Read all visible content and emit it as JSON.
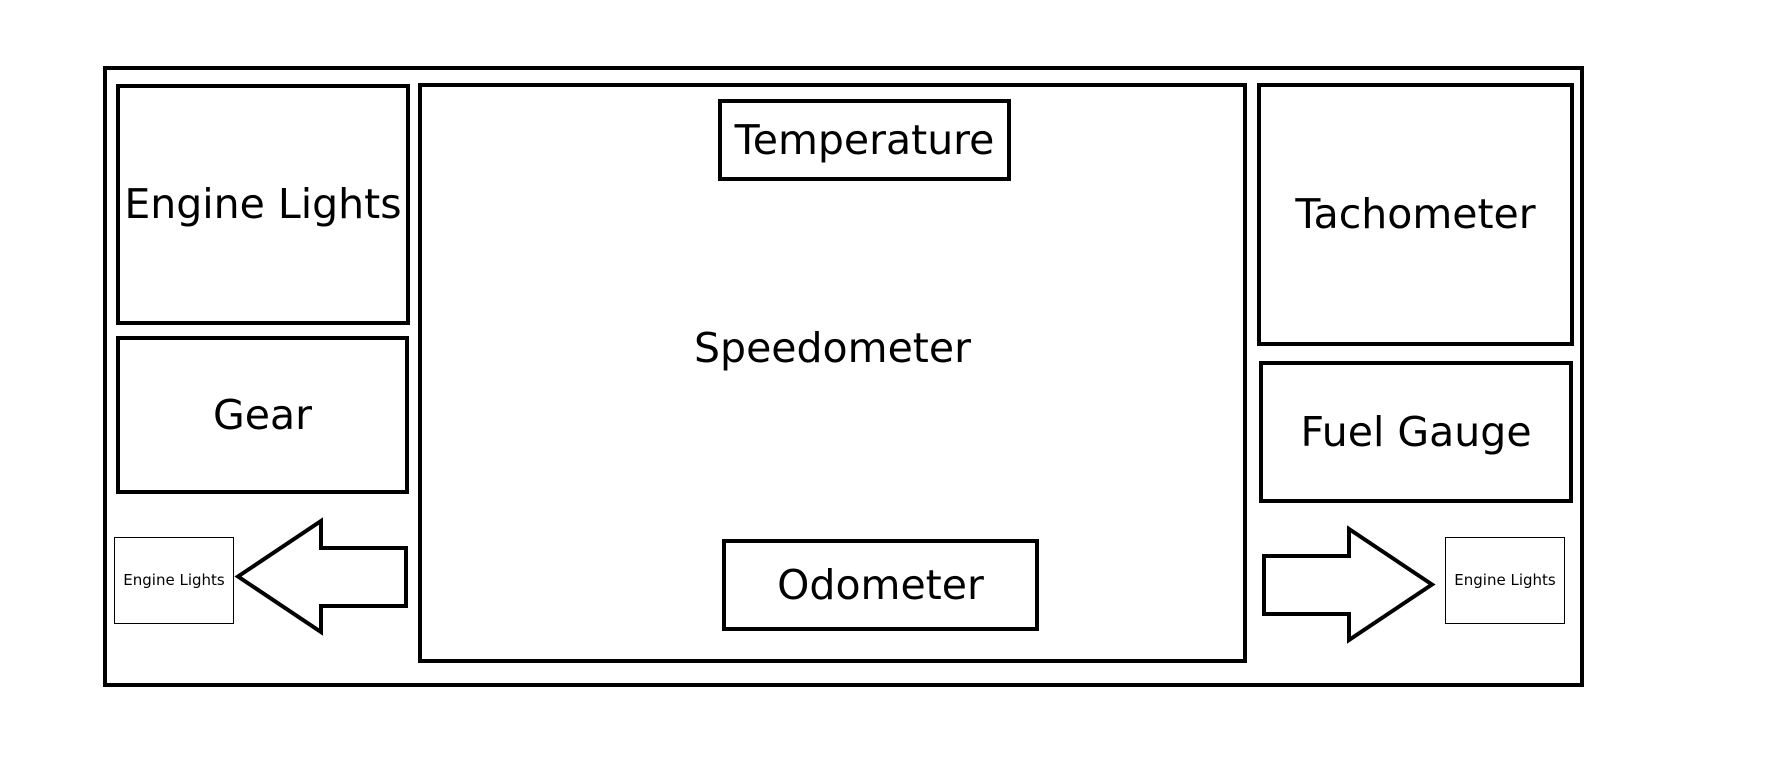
{
  "diagram": {
    "panel": {
      "engine_lights_label": "Engine Lights",
      "gear_label": "Gear",
      "speedometer_label": "Speedometer",
      "temperature_label": "Temperature",
      "odometer_label": "Odometer",
      "tachometer_label": "Tachometer",
      "fuel_gauge_label": "Fuel Gauge",
      "left_indicator_label": "Engine Lights",
      "right_indicator_label": "Engine Lights"
    },
    "arrows": {
      "left": "left-arrow-icon",
      "right": "right-arrow-icon"
    },
    "colors": {
      "stroke": "#000000",
      "background": "#ffffff"
    }
  }
}
